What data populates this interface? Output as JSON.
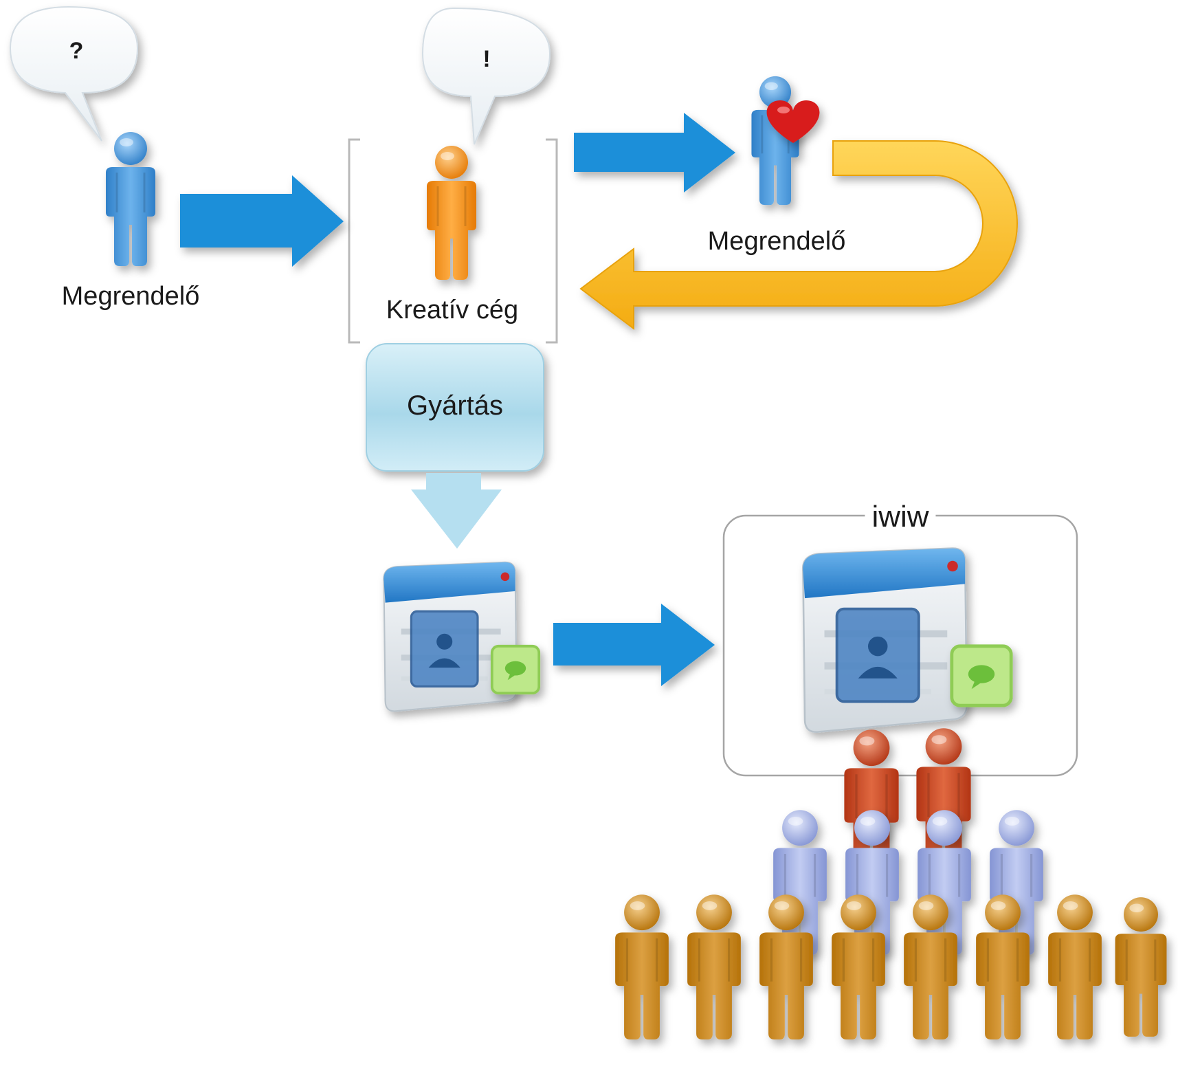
{
  "diagram": {
    "client_start": {
      "bubble": "?",
      "label": "Megrendelő"
    },
    "agency": {
      "bubble": "!",
      "label": "Kreatív cég"
    },
    "client_happy": {
      "label": "Megrendelő"
    },
    "production": {
      "label": "Gyártás"
    },
    "platform": {
      "label": "iwiw"
    }
  },
  "colors": {
    "flow_arrow": "#1b8fd9",
    "feedback_arrow": "#f5b51f",
    "client": "#3f8fd6",
    "agency": "#f08a10",
    "production": "#b7e0ef",
    "audience_front": "#c47f12",
    "audience_middle": "#97a7de",
    "audience_top": "#c4411f"
  },
  "icons": [
    "speech-bubble-icon",
    "person-icon",
    "heart-icon",
    "browser-window-icon",
    "chat-icon"
  ]
}
